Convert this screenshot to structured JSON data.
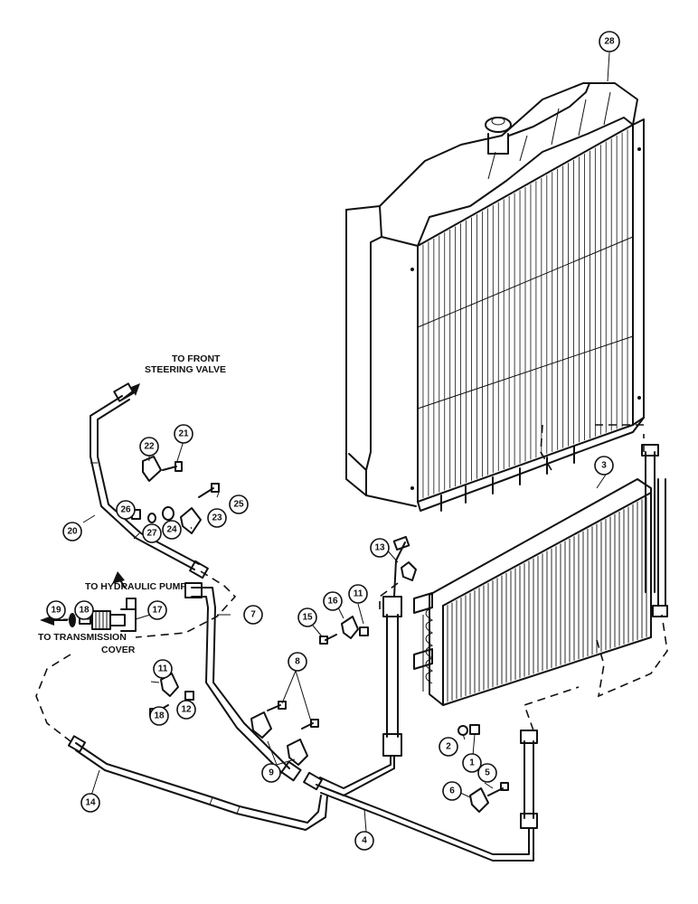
{
  "diagram": {
    "labels": {
      "front_steering": [
        "TO FRONT",
        "STEERING VALVE"
      ],
      "hydraulic_pump": "TO HYDRAULIC PUMP",
      "transmission": [
        "TO TRANSMISSION",
        "COVER"
      ]
    },
    "callouts": {
      "c1": "1",
      "c2": "2",
      "c3": "3",
      "c4": "4",
      "c5": "5",
      "c6": "6",
      "c7": "7",
      "c8": "8",
      "c9": "9",
      "c11a": "11",
      "c11b": "11",
      "c12": "12",
      "c13": "13",
      "c14": "14",
      "c15": "15",
      "c16": "16",
      "c17": "17",
      "c18": "18",
      "c18b": "18",
      "c19": "19",
      "c20": "20",
      "c21": "21",
      "c22": "22",
      "c23": "23",
      "c24": "24",
      "c25": "25",
      "c26": "26",
      "c27": "27",
      "c28": "28"
    }
  }
}
